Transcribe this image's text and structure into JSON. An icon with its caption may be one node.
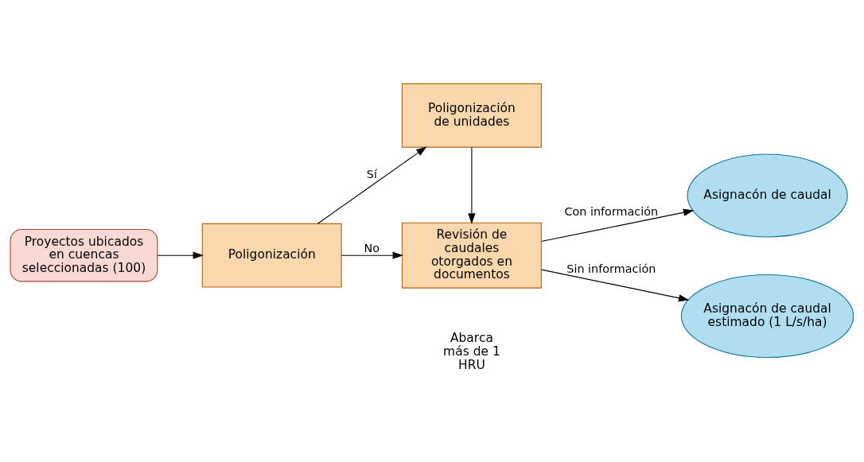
{
  "diagram": {
    "nodes": [
      {
        "text": [
          "Proyectos ubicados en cuencas seleccionadas (100)"
        ]
      },
      {
        "text": [
          "Poligonización"
        ]
      },
      {
        "text": [
          "Poligonización de unidades"
        ]
      },
      {
        "text": [
          "Revisión de caudales otorgados en documentos"
        ]
      },
      {
        "text": [
          "Asignacón de caudal"
        ]
      },
      {
        "text": [
          "Asignacón de caudal estimado (1 L/s/ha)"
        ]
      }
    ],
    "edges": [
      {
        "from": 0,
        "to": 1,
        "arrow": "to"
      },
      {
        "from": 1,
        "to": 2,
        "arrow": "to",
        "label": "Sí"
      },
      {
        "from": 1,
        "to": 3,
        "arrow": "to",
        "label": "No"
      },
      {
        "from": 2,
        "to": 3,
        "arrow": "to"
      },
      {
        "from": 3,
        "to": 4,
        "arrow": "to",
        "label": "Con información"
      },
      {
        "from": 3,
        "to": 5,
        "arrow": "to",
        "label": "Sin información"
      }
    ],
    "labels": [
      "Abarca más de 1 HRU"
    ]
  }
}
